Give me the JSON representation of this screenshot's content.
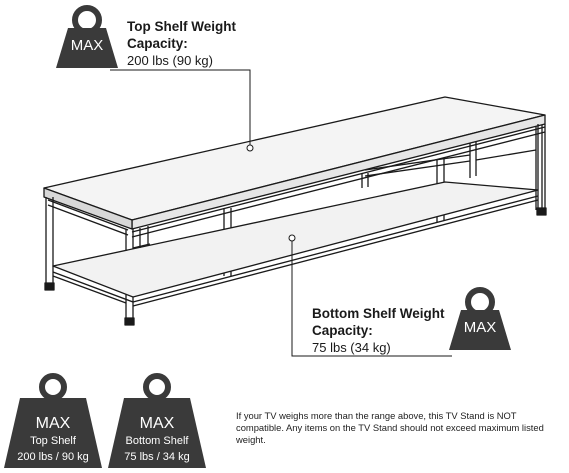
{
  "top_callout": {
    "badge": "MAX",
    "heading_line1": "Top Shelf Weight",
    "heading_line2": "Capacity:",
    "value": "200 lbs (90 kg)"
  },
  "bottom_callout": {
    "badge": "MAX",
    "heading_line1": "Bottom Shelf Weight",
    "heading_line2": "Capacity:",
    "value": "75 lbs (34 kg)"
  },
  "legend_weights": [
    {
      "badge": "MAX",
      "line1": "Top Shelf",
      "line2": "200 lbs / 90 kg"
    },
    {
      "badge": "MAX",
      "line1": "Bottom Shelf",
      "line2": "75 lbs / 34 kg"
    }
  ],
  "note": "If your TV weighs more than the range above, this TV Stand is NOT compatible. Any items on the TV Stand should not exceed maximum listed weight.",
  "colors": {
    "weight_fill": "#3a3a3a",
    "line": "#1a1a1a",
    "shelf_fill": "#f2f2f2"
  }
}
